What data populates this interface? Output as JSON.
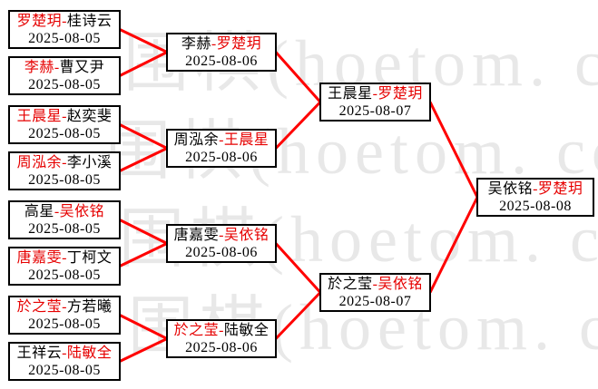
{
  "colors": {
    "winner_text": "#e60000",
    "line": "#ff0000",
    "loser_text": "#000000",
    "box_border": "#000000",
    "background": "#ffffff",
    "watermark": "#e8e8e8"
  },
  "watermark": {
    "text": "围棋(hoetom. com)"
  },
  "bracket": {
    "separator": "-",
    "round1": {
      "matches": [
        {
          "p1": "罗楚玥",
          "p2": "桂诗云",
          "date": "2025-08-05",
          "winner": "p1"
        },
        {
          "p1": "李赫",
          "p2": "曹又尹",
          "date": "2025-08-05",
          "winner": "p1"
        },
        {
          "p1": "王晨星",
          "p2": "赵奕斐",
          "date": "2025-08-05",
          "winner": "p1"
        },
        {
          "p1": "周泓余",
          "p2": "李小溪",
          "date": "2025-08-05",
          "winner": "p1"
        },
        {
          "p1": "高星",
          "p2": "吴依铭",
          "date": "2025-08-05",
          "winner": "p2"
        },
        {
          "p1": "唐嘉雯",
          "p2": "丁柯文",
          "date": "2025-08-05",
          "winner": "p1"
        },
        {
          "p1": "於之莹",
          "p2": "方若曦",
          "date": "2025-08-05",
          "winner": "p1"
        },
        {
          "p1": "王祥云",
          "p2": "陆敏全",
          "date": "2025-08-05",
          "winner": "p2"
        }
      ]
    },
    "round2": {
      "matches": [
        {
          "p1": "李赫",
          "p2": "罗楚玥",
          "date": "2025-08-06",
          "winner": "p2"
        },
        {
          "p1": "周泓余",
          "p2": "王晨星",
          "date": "2025-08-06",
          "winner": "p2"
        },
        {
          "p1": "唐嘉雯",
          "p2": "吴依铭",
          "date": "2025-08-06",
          "winner": "p2"
        },
        {
          "p1": "於之莹",
          "p2": "陆敏全",
          "date": "2025-08-06",
          "winner": "p1"
        }
      ]
    },
    "semifinals": {
      "matches": [
        {
          "p1": "王晨星",
          "p2": "罗楚玥",
          "date": "2025-08-07",
          "winner": "p2"
        },
        {
          "p1": "於之莹",
          "p2": "吴依铭",
          "date": "2025-08-07",
          "winner": "p2"
        }
      ]
    },
    "final": {
      "matches": [
        {
          "p1": "吴依铭",
          "p2": "罗楚玥",
          "date": "2025-08-08",
          "winner": "p2"
        }
      ]
    }
  }
}
